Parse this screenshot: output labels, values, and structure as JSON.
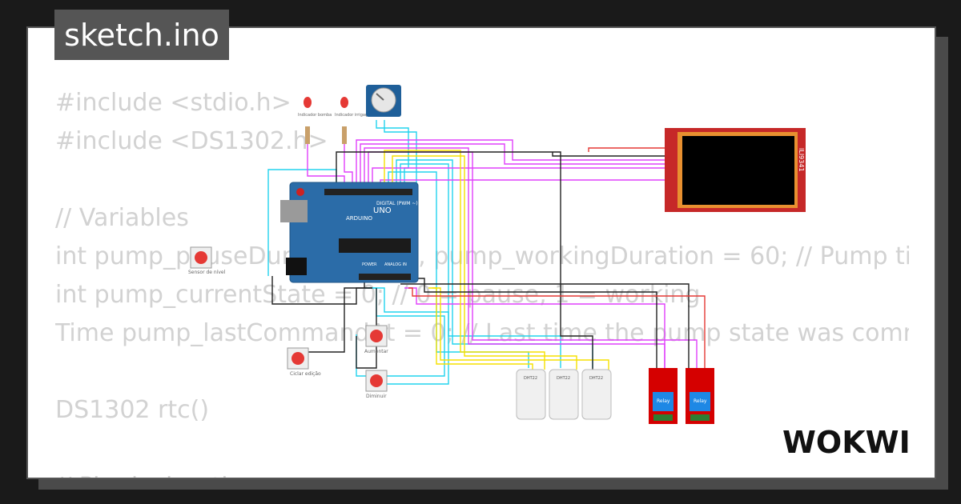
{
  "file_tab": {
    "label": "sketch.ino"
  },
  "code_lines": [
    "#include <stdio.h>",
    "#include <DS1302.h>",
    "",
    "// Variables",
    "int pump_pauseDuration = 30, pump_workingDuration = 60;  // Pump ti",
    "int pump_currentState = 0; // 0 = pause, 1 = working",
    "Time pump_lastCommandAt = 0; // Last time the pump state was comm",
    "",
    "DS1302 rtc()",
    "",
    "// Pin declarations"
  ],
  "circuit": {
    "led_labels": [
      "Indicador bomba",
      "Indicador irrigação"
    ],
    "button_labels": {
      "sensor": "Sensor de nível",
      "aumentar": "Aumentar",
      "ciclar": "Ciclar edição",
      "diminuir": "Diminuir"
    },
    "arduino": {
      "brand": "ARDUINO",
      "model": "UNO",
      "digital_label": "DIGITAL (PWM ~)",
      "power_label": "POWER",
      "analog_label": "ANALOG IN"
    },
    "display": {
      "model": "ILI9341"
    },
    "sensors": [
      "DHT22",
      "DHT22",
      "DHT22"
    ],
    "relays": [
      "Relay",
      "Relay"
    ],
    "colors": {
      "wire_cyan": "#22d3ee",
      "wire_magenta": "#e040fb",
      "wire_yellow": "#f5e000",
      "wire_black": "#222222",
      "wire_red": "#e53935",
      "board": "#2b6ca8",
      "relay": "#d50000"
    }
  },
  "brand": {
    "logo_text": "WOKWI"
  }
}
